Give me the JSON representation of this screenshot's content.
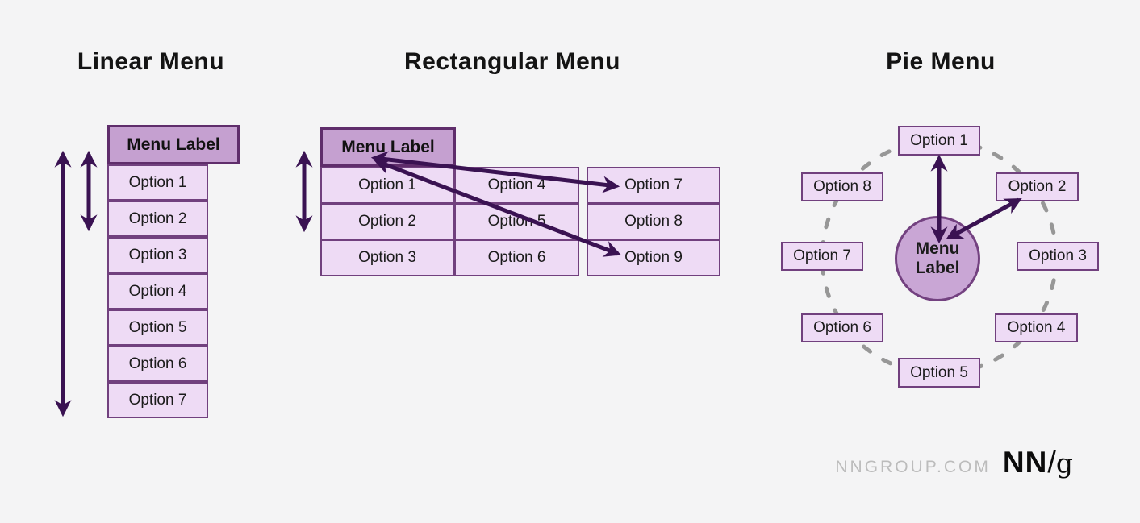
{
  "titles": {
    "linear": "Linear Menu",
    "rectangular": "Rectangular Menu",
    "pie": "Pie Menu"
  },
  "linear_menu": {
    "label": "Menu Label",
    "options": [
      "Option 1",
      "Option 2",
      "Option 3",
      "Option 4",
      "Option 5",
      "Option 6",
      "Option 7"
    ]
  },
  "rectangular_menu": {
    "label": "Menu Label",
    "options": [
      "Option 1",
      "Option 2",
      "Option 3",
      "Option 4",
      "Option 5",
      "Option 6",
      "Option 7",
      "Option 8",
      "Option 9"
    ]
  },
  "pie_menu": {
    "label": "Menu Label",
    "options": [
      "Option 1",
      "Option 2",
      "Option 3",
      "Option 4",
      "Option 5",
      "Option 6",
      "Option 7",
      "Option 8"
    ]
  },
  "footer": {
    "site": "NNGROUP.COM",
    "logo_nn": "NN",
    "logo_slash": "/",
    "logo_g": "g"
  },
  "colors": {
    "background": "#f4f4f5",
    "header_fill": "#c5a0d0",
    "header_border": "#5f2d6b",
    "option_fill": "#eedbf5",
    "option_border": "#71407e",
    "circle_fill": "#c9a6d5",
    "arrow": "#3a1252",
    "dashed_circle": "#979797",
    "title_text": "#141414",
    "site_text": "#bcbcbc",
    "logo_text": "#0b0b0b"
  }
}
